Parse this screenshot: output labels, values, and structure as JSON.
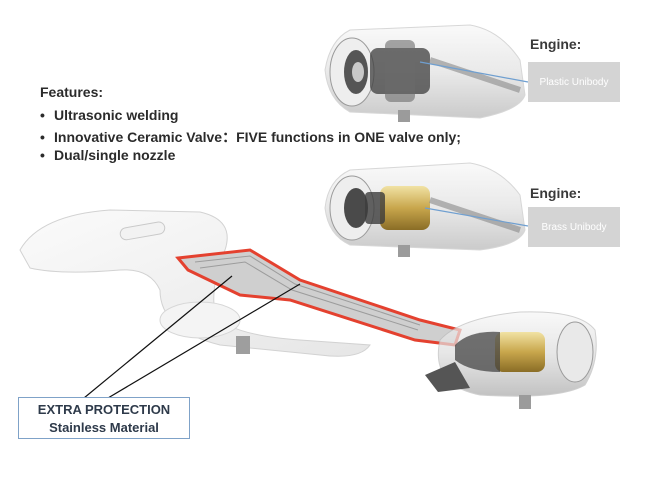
{
  "features": {
    "title": "Features:",
    "items": [
      "Ultrasonic welding",
      "Innovative Ceramic Valve：FIVE functions in ONE valve only;",
      "Dual/single nozzle"
    ]
  },
  "engine_top": {
    "title": "Engine:",
    "label": "Plastic Unibody"
  },
  "engine_bottom": {
    "title": "Engine:",
    "label": "Brass Unibody"
  },
  "protection": {
    "line1": "EXTRA PROTECTION",
    "line2": "Stainless Material"
  },
  "colors": {
    "hose_red": "#e4412f",
    "callout_blue": "#6f9fd0",
    "box_gray": "#d4d4d4"
  }
}
